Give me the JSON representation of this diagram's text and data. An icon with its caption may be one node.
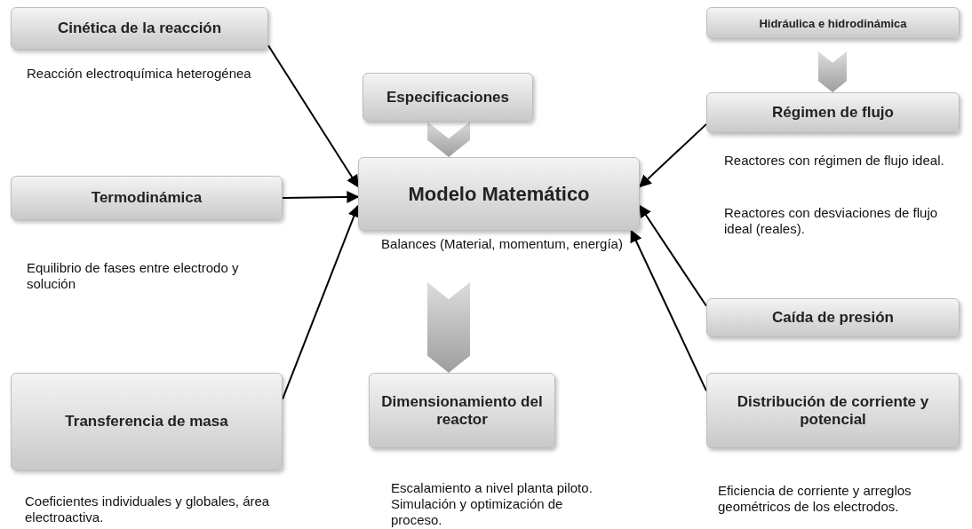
{
  "diagram": {
    "nodes": [
      {
        "text": [
          "Cinética de la reacción"
        ],
        "beside": [
          "Reacción electroquímica heterogénea"
        ]
      },
      {
        "text": [
          "Especificaciones"
        ]
      },
      {
        "text": [
          "Hidráulica e hidrodinámica"
        ]
      },
      {
        "text": [
          "Termodinámica"
        ],
        "beside": [
          "Equilibrio de fases  entre electrodo y solución"
        ]
      },
      {
        "text": [
          "Modelo Matemático"
        ],
        "beside": [
          "Balances (Material, momentum, energía)"
        ]
      },
      {
        "text": [
          "Régimen de flujo"
        ],
        "beside": [
          "Reactores con régimen de flujo ideal.",
          "Reactores con desviaciones de flujo ideal (reales)."
        ]
      },
      {
        "text": [
          "Caída de presión"
        ]
      },
      {
        "text": [
          "Transferencia  de masa"
        ],
        "beside": [
          "Coeficientes individuales y globales, área electroactiva."
        ]
      },
      {
        "text": [
          "Dimensionamiento del reactor"
        ],
        "beside": [
          "Escalamiento a nivel planta piloto. Simulación y optimización de proceso."
        ]
      },
      {
        "text": [
          "Distribución de corriente  y potencial"
        ],
        "beside": [
          "Eficiencia de corriente y arreglos geométricos de los electrodos."
        ]
      }
    ],
    "edges": [
      {
        "from": 0,
        "to": 4,
        "arrow": "to"
      },
      {
        "from": 3,
        "to": 4,
        "arrow": "to"
      },
      {
        "from": 7,
        "to": 4,
        "arrow": "to"
      },
      {
        "from": 5,
        "to": 4,
        "arrow": "to"
      },
      {
        "from": 6,
        "to": 4,
        "arrow": "to"
      },
      {
        "from": 9,
        "to": 4,
        "arrow": "to"
      },
      {
        "from": 1,
        "to": 4,
        "arrow": "to"
      },
      {
        "from": 4,
        "to": 8,
        "arrow": "to"
      },
      {
        "from": 2,
        "to": 5,
        "arrow": "to"
      }
    ]
  }
}
